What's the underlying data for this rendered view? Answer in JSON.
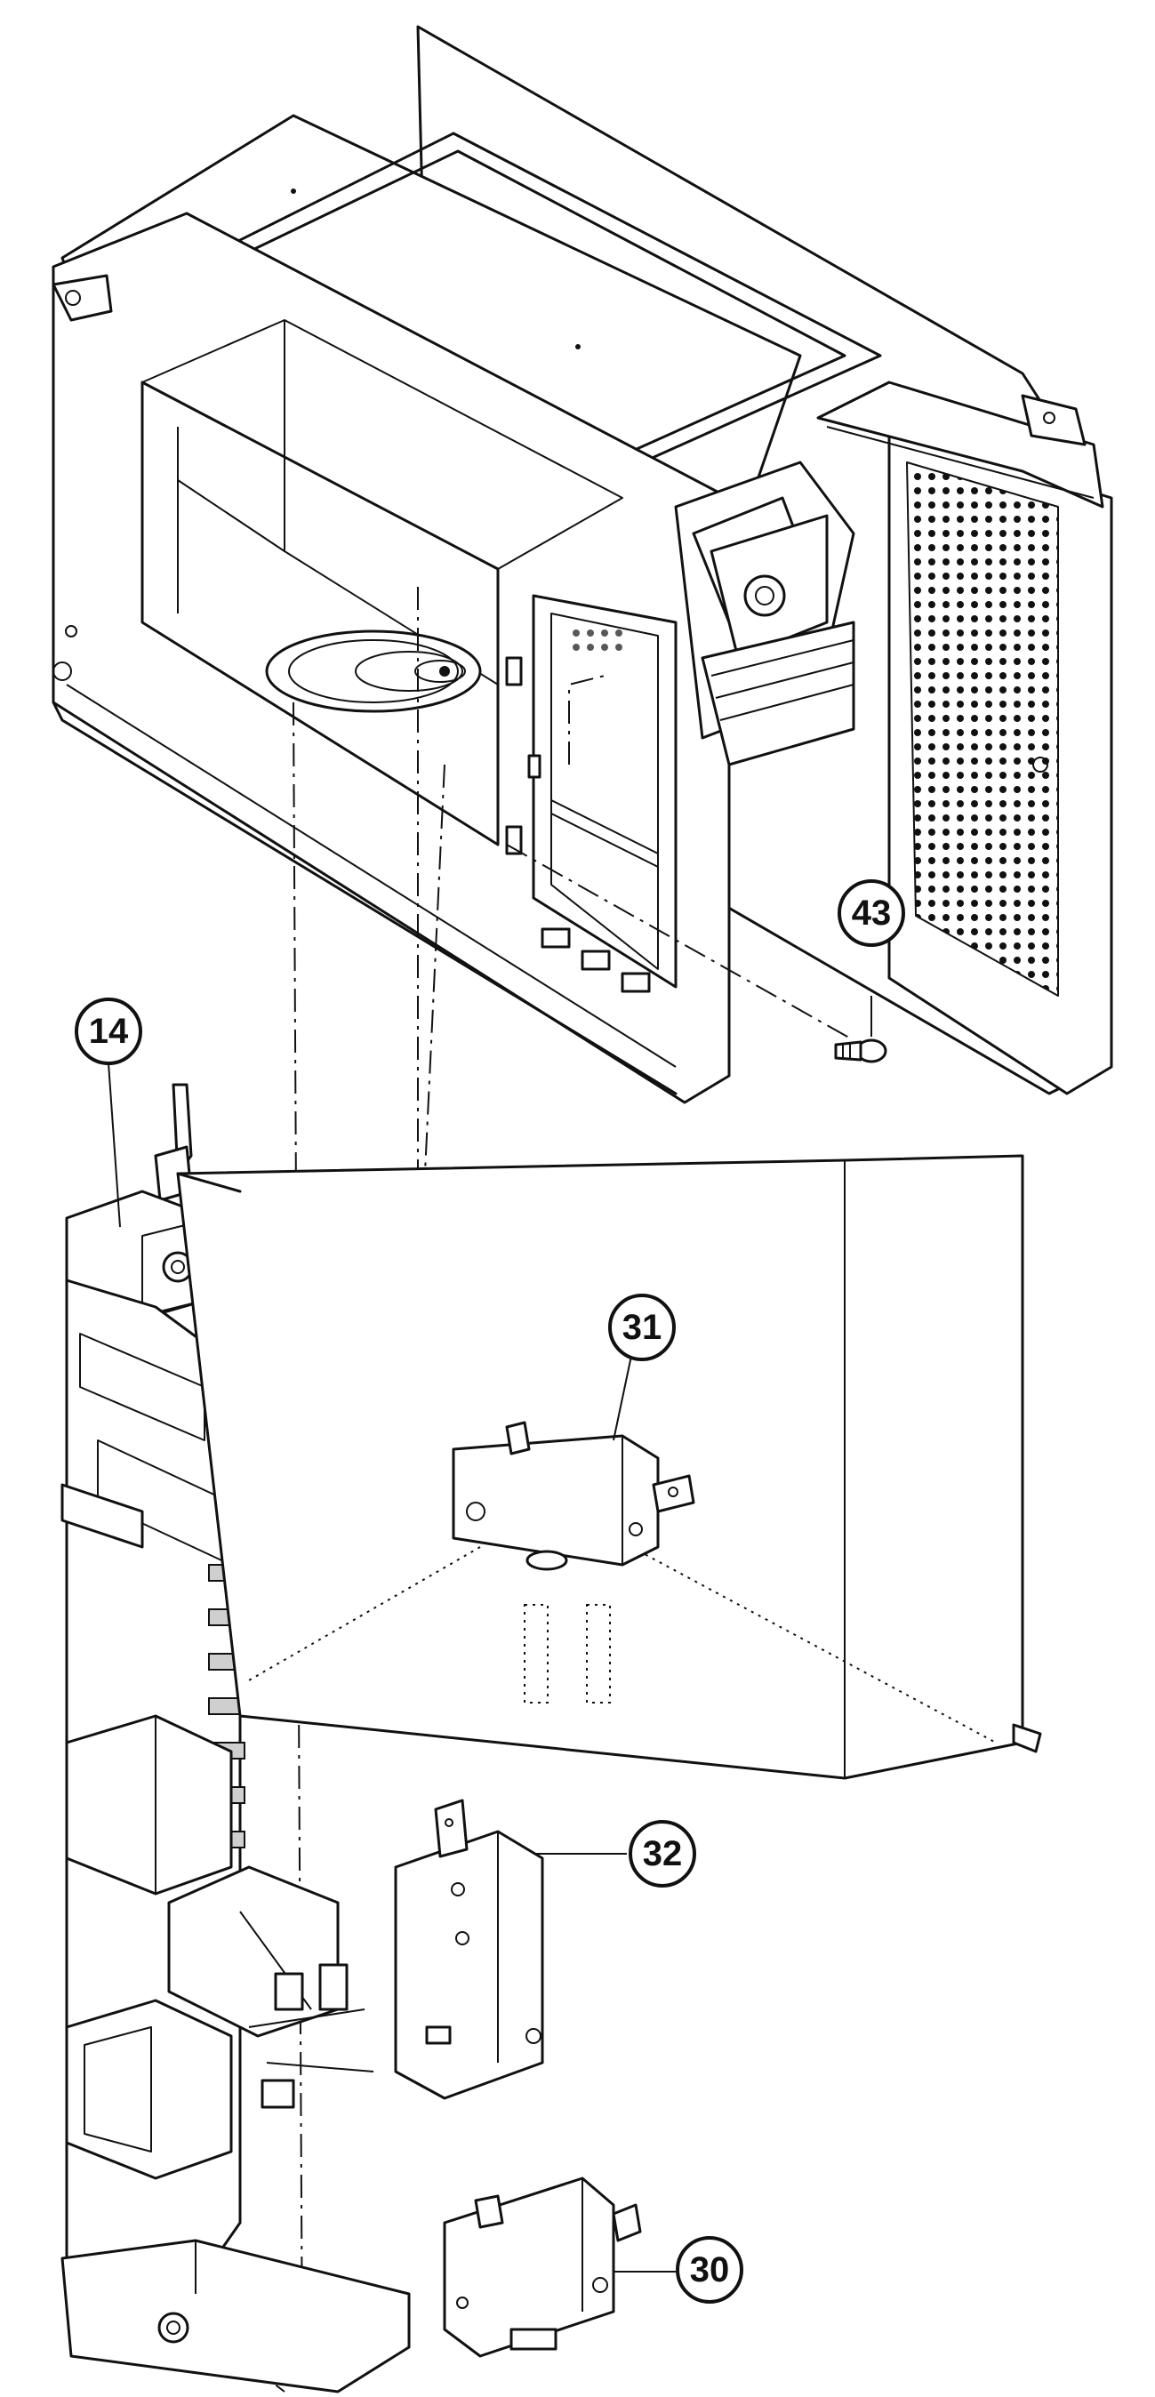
{
  "callouts": {
    "c43": "43",
    "c14": "14",
    "c31": "31",
    "c32": "32",
    "c30": "30"
  }
}
